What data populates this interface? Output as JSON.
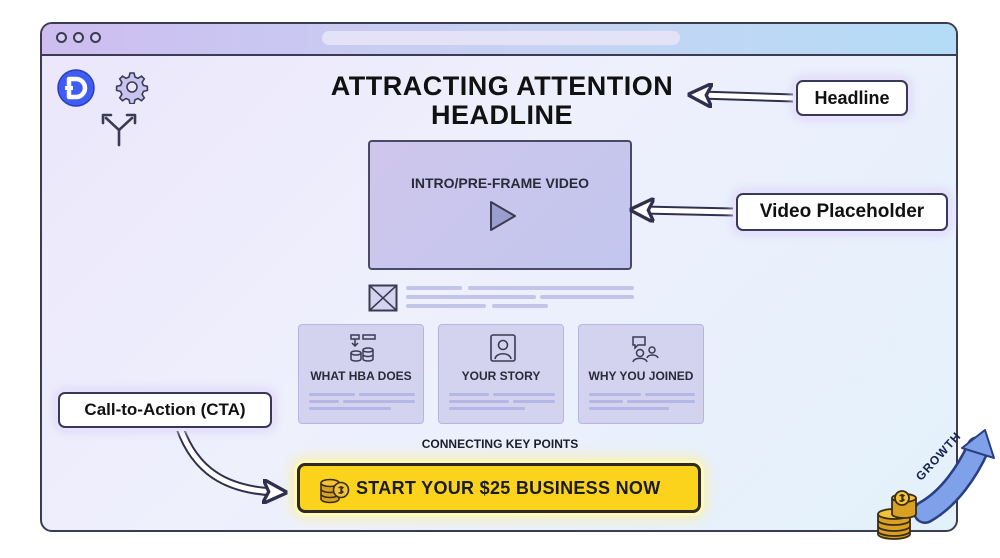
{
  "page": {
    "headline_line1": "ATTRACTING ATTENTION",
    "headline_line2": "HEADLINE",
    "video": {
      "title": "INTRO/PRE-FRAME VIDEO"
    },
    "cards": [
      {
        "title": "WHAT HBA DOES",
        "icon": "flowchart-coins-icon"
      },
      {
        "title": "YOUR STORY",
        "icon": "user-portrait-icon"
      },
      {
        "title": "WHY YOU JOINED",
        "icon": "people-chat-icon"
      }
    ],
    "connecting_label": "CONNECTING KEY POINTS",
    "cta": {
      "label": "START YOUR $25 BUSINESS NOW",
      "icon": "coin-stack-icon"
    }
  },
  "callouts": {
    "headline": "Headline",
    "video": "Video Placeholder",
    "cta": "Call-to-Action (CTA)"
  },
  "badges": {
    "growth": "GROWTH"
  },
  "colors": {
    "cta": "#fbd31c",
    "brand": "#3f5cf3",
    "outline": "#3b3b52",
    "arrow": "#6a8ee6"
  }
}
